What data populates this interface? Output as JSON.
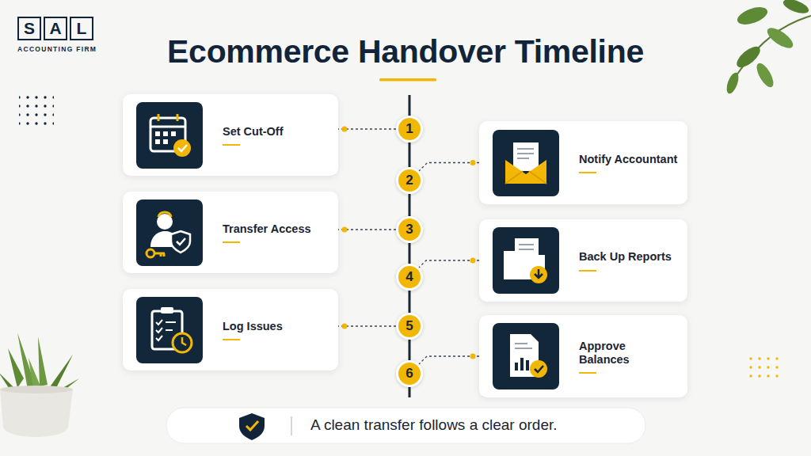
{
  "diagram": {
    "title": "Ecommerce Handover Timeline",
    "caption": "A clean transfer follows a clear order.",
    "nodes": [
      {
        "text": [
          "Set Cut-Off"
        ]
      },
      {
        "text": [
          "Notify Accountant"
        ]
      },
      {
        "text": [
          "Transfer Access"
        ]
      },
      {
        "text": [
          "Back Up Reports"
        ]
      },
      {
        "text": [
          "Log Issues"
        ]
      },
      {
        "text": [
          "Approve Balances"
        ]
      },
      {
        "text": [
          "1"
        ]
      },
      {
        "text": [
          "2"
        ]
      },
      {
        "text": [
          "3"
        ]
      },
      {
        "text": [
          "4"
        ]
      },
      {
        "text": [
          "5"
        ]
      },
      {
        "text": [
          "6"
        ]
      }
    ],
    "edges": [
      {
        "from": 0,
        "to": 6,
        "arrow": "none"
      },
      {
        "from": 1,
        "to": 7,
        "arrow": "none"
      },
      {
        "from": 2,
        "to": 8,
        "arrow": "none"
      },
      {
        "from": 3,
        "to": 9,
        "arrow": "none"
      },
      {
        "from": 4,
        "to": 10,
        "arrow": "none"
      },
      {
        "from": 5,
        "to": 11,
        "arrow": "none"
      },
      {
        "from": 6,
        "to": 7,
        "arrow": "none"
      },
      {
        "from": 7,
        "to": 8,
        "arrow": "none"
      },
      {
        "from": 8,
        "to": 9,
        "arrow": "none"
      },
      {
        "from": 9,
        "to": 10,
        "arrow": "none"
      },
      {
        "from": 10,
        "to": 11,
        "arrow": "none"
      }
    ],
    "labels": [
      "S",
      "A",
      "L",
      "ACCOUNTING FIRM"
    ]
  }
}
